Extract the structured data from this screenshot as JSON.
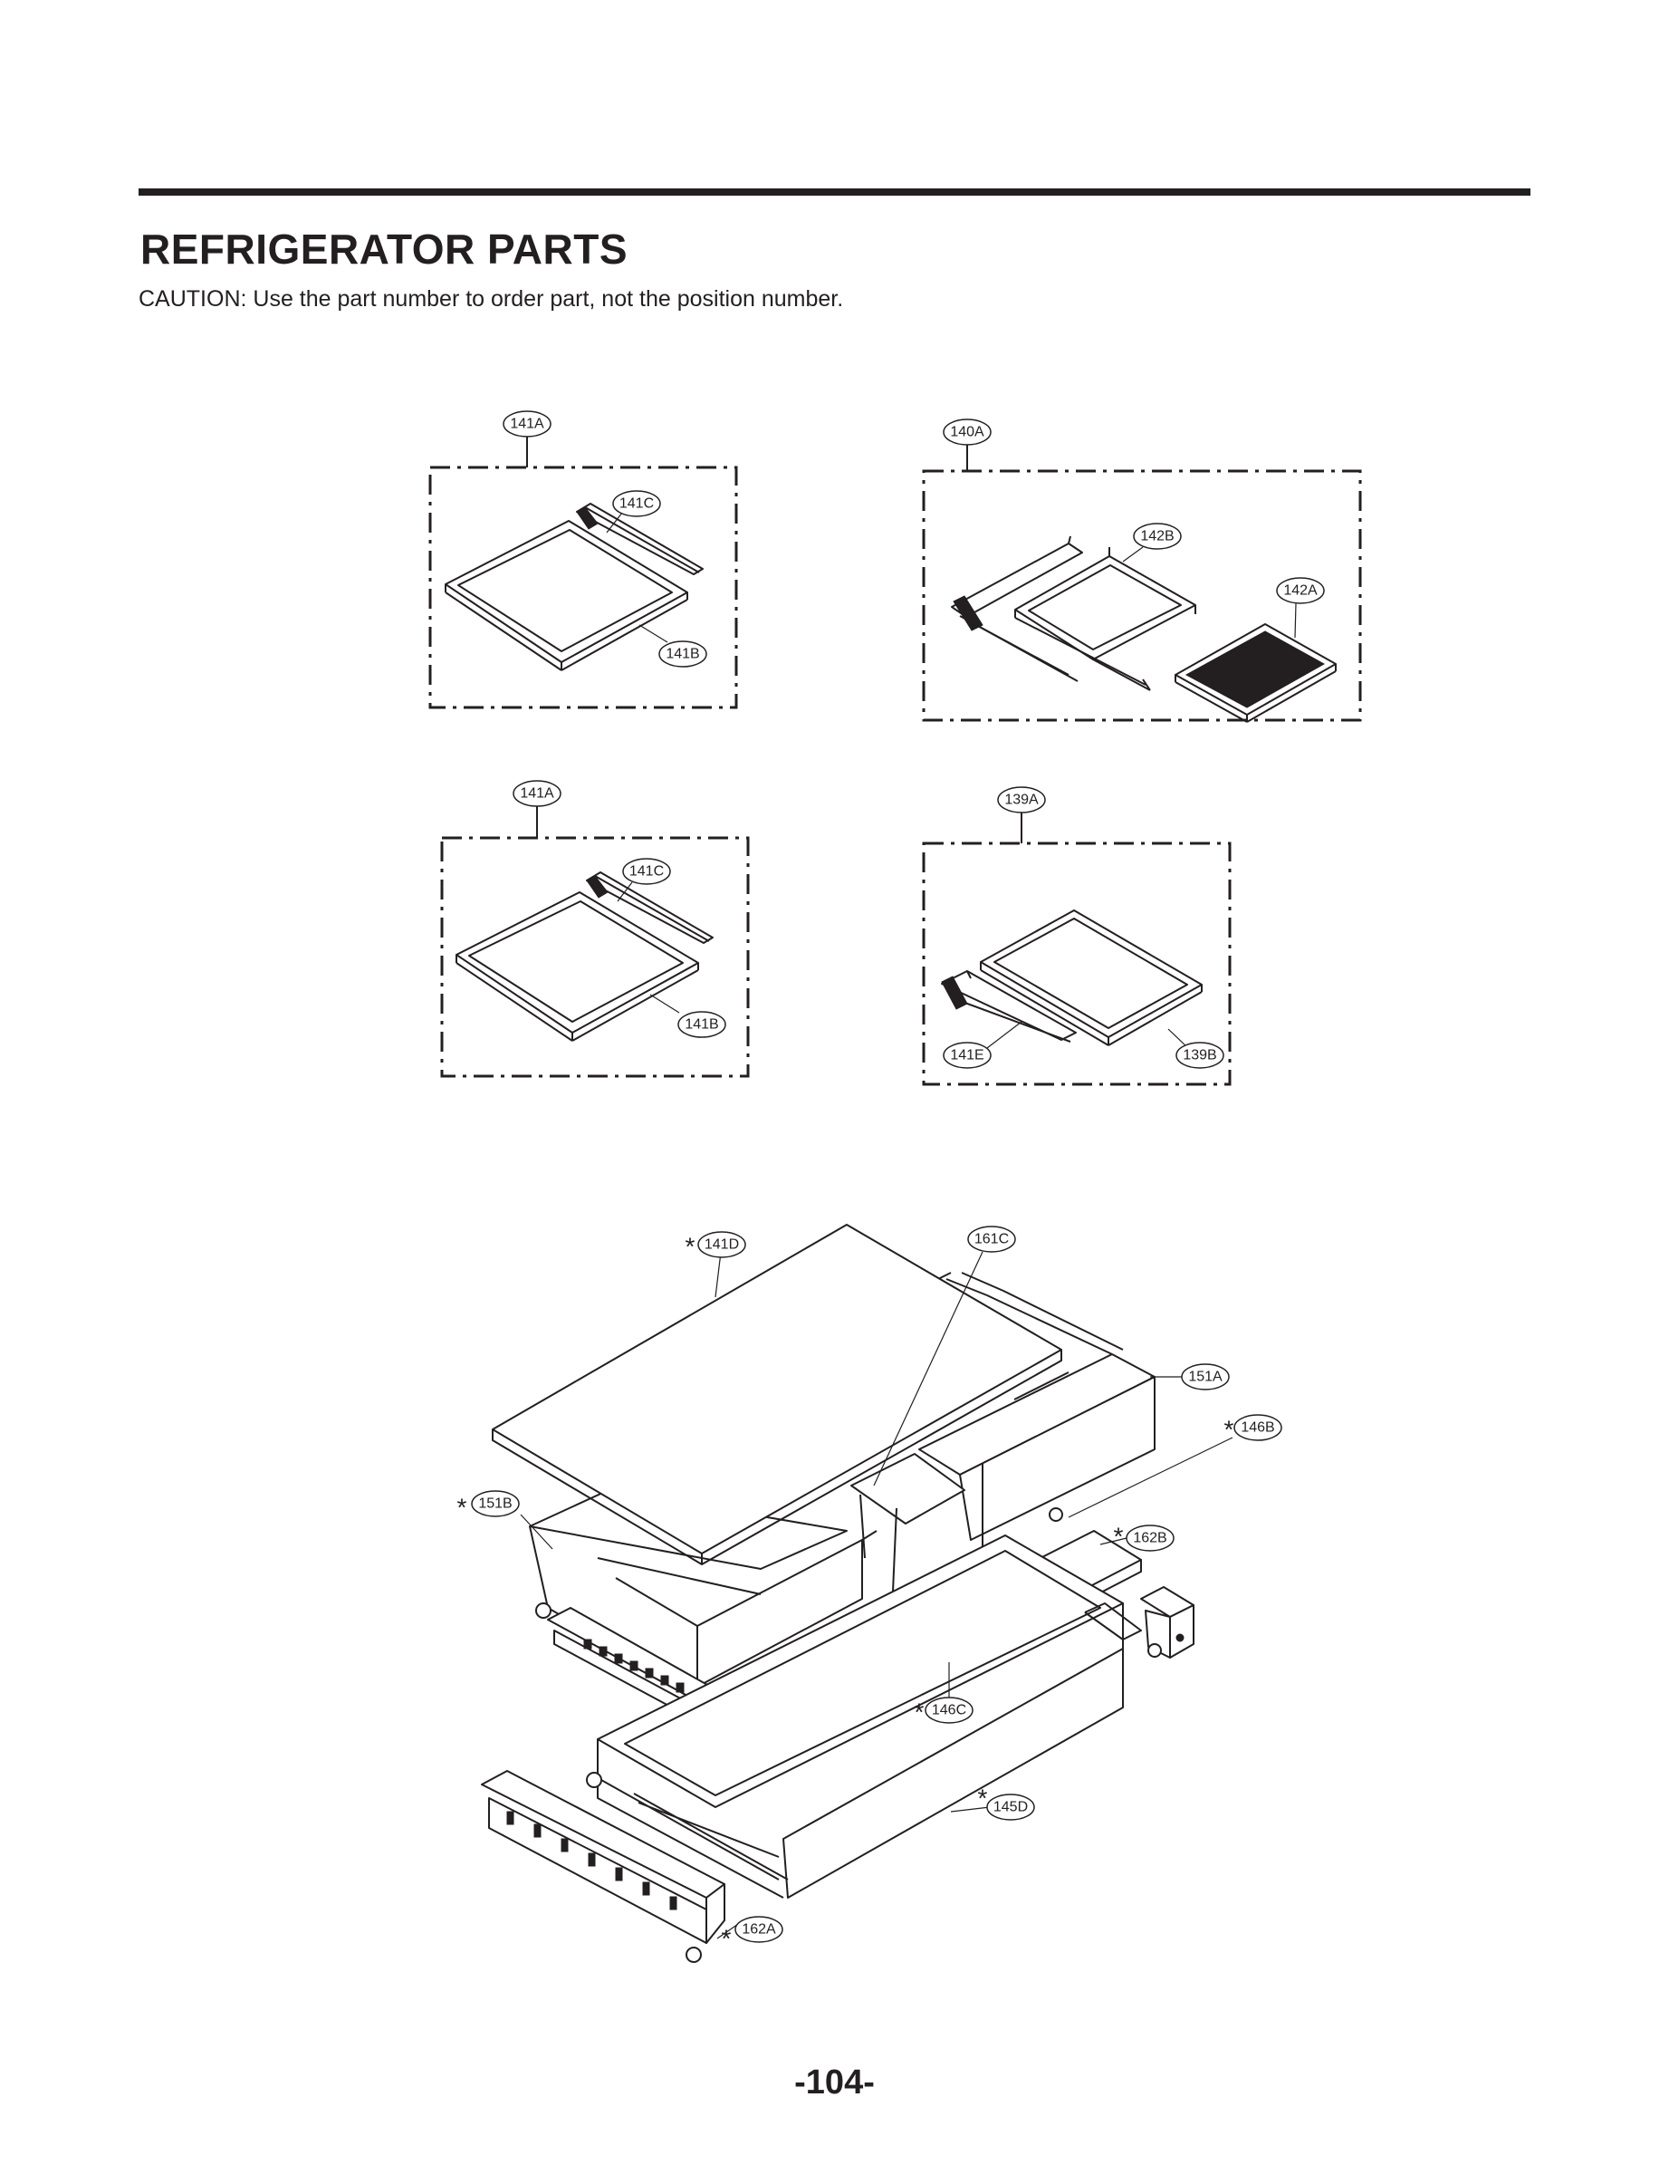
{
  "page": {
    "title": "REFRIGERATOR PARTS",
    "caution": "CAUTION: Use the part number to order part, not the position number.",
    "page_number": "-104-"
  },
  "callouts": {
    "c141A_top": "141A",
    "c141C_top": "141C",
    "c141B_top": "141B",
    "c140A": "140A",
    "c142B": "142B",
    "c142A": "142A",
    "c141A_mid": "141A",
    "c141C_mid": "141C",
    "c141B_mid": "141B",
    "c139A": "139A",
    "c141E": "141E",
    "c139B": "139B",
    "c141D": "141D",
    "c161C": "161C",
    "c151A": "151A",
    "c146B": "146B",
    "c151B": "151B",
    "c162B": "162B",
    "c146C": "146C",
    "c145D": "145D",
    "c162A": "162A"
  },
  "markers": {
    "asterisk": "*"
  },
  "colors": {
    "ink": "#231f20",
    "paper": "#ffffff"
  }
}
